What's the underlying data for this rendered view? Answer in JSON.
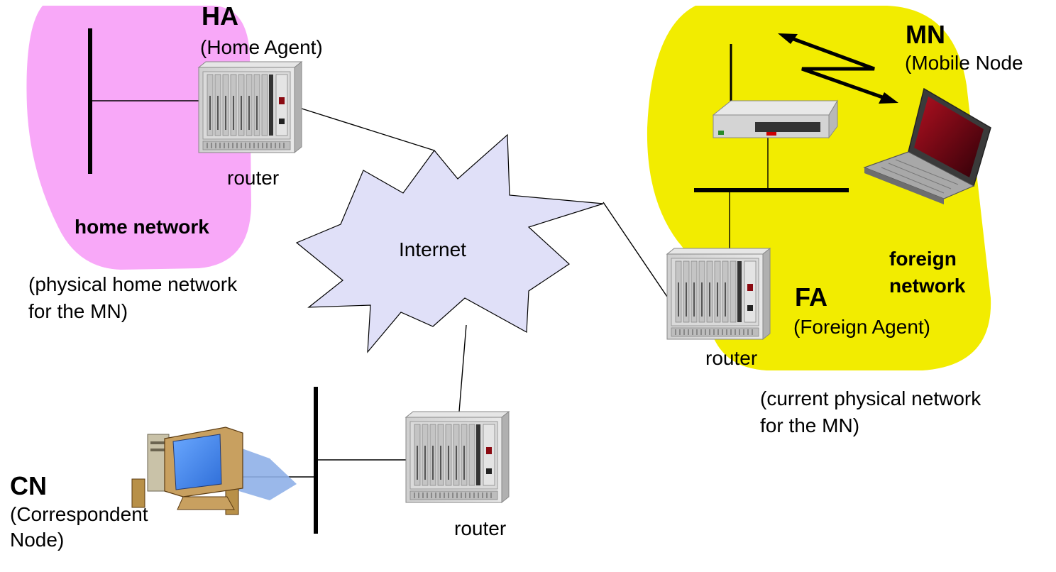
{
  "colors": {
    "home_region": "#f8a8f8",
    "foreign_region": "#f2ec00",
    "cloud_fill": "#e0e0f8",
    "link": "#000000"
  },
  "home": {
    "agent_title": "HA",
    "agent_subtitle": "(Home Agent)",
    "router_label": "router",
    "network_label": "home network",
    "note_line1": "(physical home network",
    "note_line2": "for the MN)"
  },
  "internet": {
    "label": "Internet"
  },
  "foreign": {
    "mobile_title": "MN",
    "mobile_subtitle": "(Mobile Node",
    "agent_title": "FA",
    "agent_subtitle": "(Foreign Agent)",
    "router_label": "router",
    "network_line1": "foreign",
    "network_line2": "network",
    "note_line1": "(current physical network",
    "note_line2": "for the MN)"
  },
  "correspondent": {
    "title": "CN",
    "subtitle_line1": "(Correspondent",
    "subtitle_line2": "Node)",
    "router_label": "router"
  },
  "icons": [
    "router-icon",
    "access-point-icon",
    "laptop-icon",
    "desktop-computer-icon",
    "wireless-link-icon",
    "internet-cloud-icon"
  ]
}
